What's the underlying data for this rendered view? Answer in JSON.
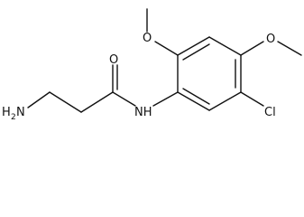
{
  "structure": {
    "atoms": {
      "amine_h": "H",
      "amine_h_count": "2",
      "amine_n": "N",
      "carbonyl_o": "O",
      "amide_nh": "NH",
      "methoxy_top_o": "O",
      "methoxy_right_o": "O",
      "chloro": "Cl"
    }
  }
}
